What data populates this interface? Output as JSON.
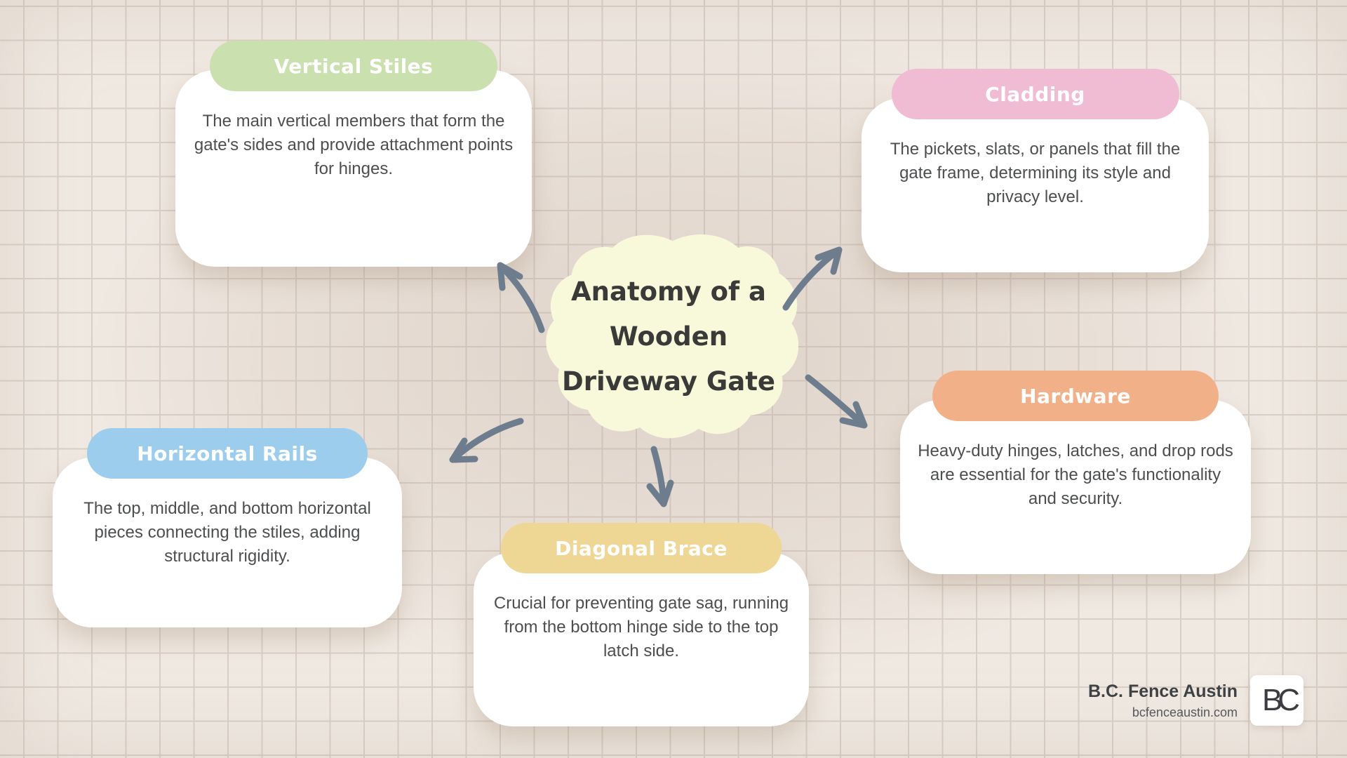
{
  "center": {
    "title": "Anatomy of a Wooden Driveway Gate"
  },
  "cards": [
    {
      "id": "vertical-stiles",
      "label": "Vertical Stiles",
      "description": "The main vertical members that form the gate's sides and provide attachment points for hinges.",
      "header_color": "#cbe0af"
    },
    {
      "id": "cladding",
      "label": "Cladding",
      "description": "The pickets, slats, or panels that fill the gate frame, determining its style and privacy level.",
      "header_color": "#f0bcd4"
    },
    {
      "id": "horizontal-rails",
      "label": "Horizontal Rails",
      "description": "The top, middle, and bottom horizontal pieces connecting the stiles, adding structural rigidity.",
      "header_color": "#9ccdec"
    },
    {
      "id": "diagonal-brace",
      "label": "Diagonal Brace",
      "description": "Crucial for preventing gate sag, running from the bottom hinge side to the top latch side.",
      "header_color": "#eed795"
    },
    {
      "id": "hardware",
      "label": "Hardware",
      "description": "Heavy-duty hinges, latches, and drop rods are essential for the gate's functionality and security.",
      "header_color": "#f2b089"
    }
  ],
  "footer": {
    "brand_name": "B.C. Fence Austin",
    "website": "bcfenceaustin.com",
    "logo_text": "BC"
  },
  "colors": {
    "blob": "#f8f8da",
    "arrow": "#6e7d8e",
    "background": "#f0e9e2",
    "grid_line": "#d9cfc7",
    "card": "#ffffff",
    "pill_text": "#ffffff",
    "body_text": "#4c4e50",
    "title_text": "#3a3a38"
  }
}
